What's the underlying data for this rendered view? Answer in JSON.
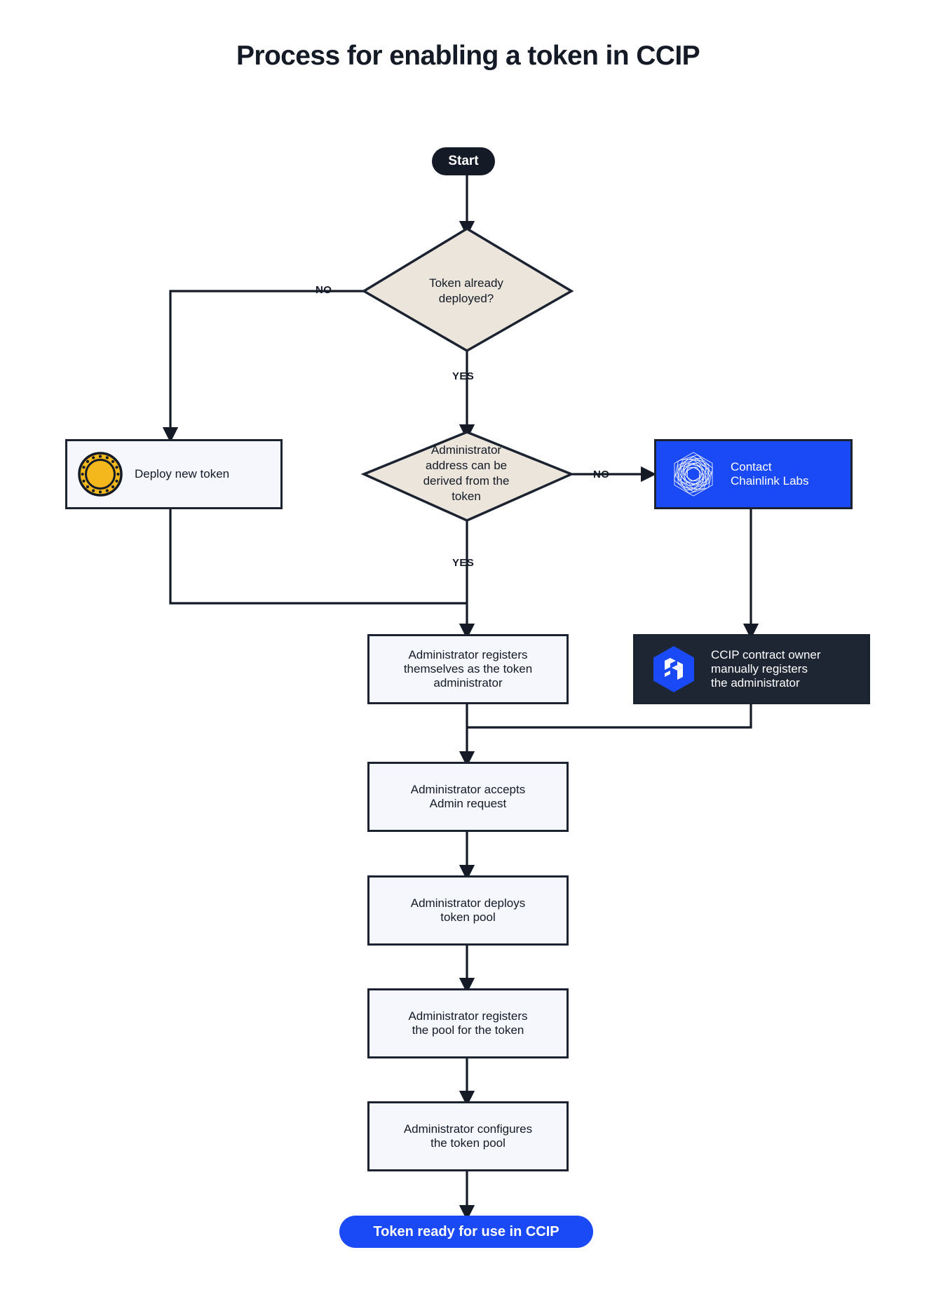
{
  "title": "Process for enabling a token in CCIP",
  "colors": {
    "accent_blue": "#1a4af5",
    "dark_navy": "#141a26",
    "panel_dark": "#1e2633",
    "diamond_beige": "#ece5dc",
    "box_fill": "#f5f7fc",
    "stroke": "#1b2230",
    "coin_gold": "#f5b81c"
  },
  "nodes": {
    "start": {
      "label": "Start",
      "shape": "pill"
    },
    "decision_token_deployed": {
      "label": "Token already\ndeployed?",
      "line1": "Token already",
      "line2": "deployed?",
      "shape": "diamond"
    },
    "deploy_new_token": {
      "label": "Deploy new token",
      "shape": "rect",
      "icon": "coin-icon"
    },
    "decision_admin_derived": {
      "line1": "Administrator",
      "line2": "address can be",
      "line3": "derived from the",
      "line4": "token",
      "shape": "diamond"
    },
    "contact_chainlink_labs": {
      "line1": "Contact",
      "line2": "Chainlink Labs",
      "shape": "rect",
      "icon": "chainlink-logo-icon"
    },
    "ccip_contract_owner": {
      "line1": "CCIP contract owner",
      "line2": "manually registers",
      "line3": "the administrator",
      "shape": "rect",
      "icon": "ccip-logo-icon"
    },
    "admin_registers_self": {
      "line1": "Administrator registers",
      "line2": "themselves as the token",
      "line3": "administrator",
      "shape": "rect"
    },
    "admin_accepts_request": {
      "line1": "Administrator accepts",
      "line2": "Admin request",
      "shape": "rect"
    },
    "admin_deploys_pool": {
      "line1": "Administrator deploys",
      "line2": "token pool",
      "shape": "rect"
    },
    "admin_registers_pool": {
      "line1": "Administrator registers",
      "line2": "the pool for the token",
      "shape": "rect"
    },
    "admin_configures_pool": {
      "line1": "Administrator configures",
      "line2": "the token pool",
      "shape": "rect"
    },
    "end": {
      "label": "Token ready for use in CCIP",
      "shape": "pill"
    }
  },
  "edge_labels": {
    "no_token_deployed": "NO",
    "yes_token_deployed": "YES",
    "no_admin_derived": "NO",
    "yes_admin_derived": "YES"
  }
}
